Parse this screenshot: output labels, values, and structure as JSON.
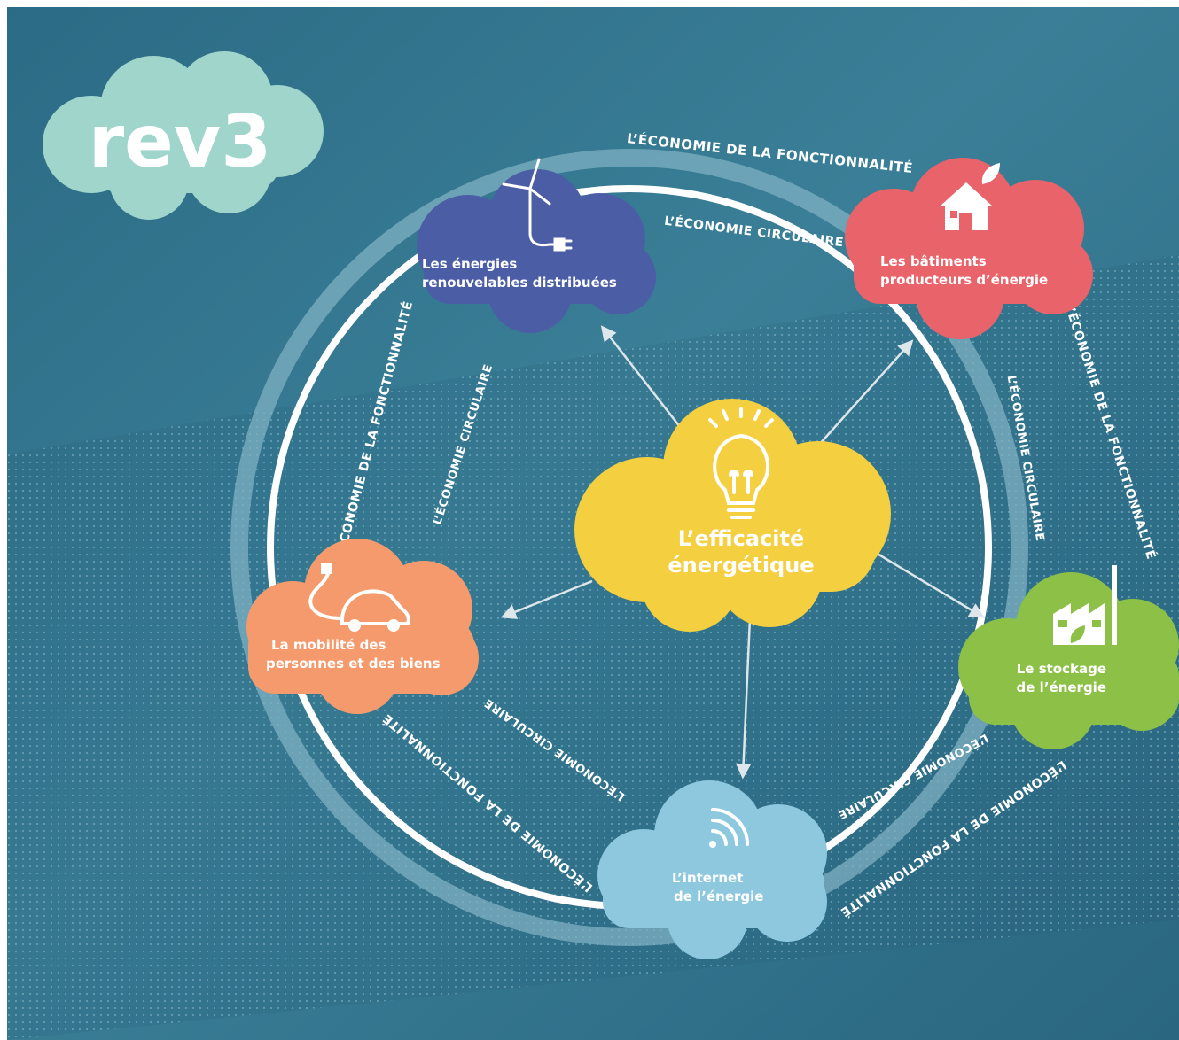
{
  "logo": {
    "text": "rev3"
  },
  "ring": {
    "outer_label": "L’ÉCONOMIE DE LA FONCTIONNALITÉ",
    "inner_label": "L’ÉCONOMIE CIRCULAIRE"
  },
  "center": {
    "line1": "L’efficacité",
    "line2": "énergétique",
    "icon": "lightbulb-icon",
    "color": "#f4cf3f"
  },
  "nodes": [
    {
      "id": "renouvelables",
      "line1": "Les énergies",
      "line2": "renouvelables distribuées",
      "icon": "wind-turbine-plug-icon",
      "color": "#4b5ea5"
    },
    {
      "id": "batiments",
      "line1": "Les bâtiments",
      "line2": "producteurs d’énergie",
      "icon": "house-leaf-icon",
      "color": "#e8646a"
    },
    {
      "id": "stockage",
      "line1": "Le stockage",
      "line2": "de l’énergie",
      "icon": "factory-leaf-icon",
      "color": "#8cc046"
    },
    {
      "id": "internet",
      "line1": "L’internet",
      "line2": "de l’énergie",
      "icon": "wireless-signal-icon",
      "color": "#8ec8de"
    },
    {
      "id": "mobilite",
      "line1": "La mobilité des",
      "line2": "personnes et des biens",
      "icon": "electric-car-icon",
      "color": "#f49a6c"
    }
  ]
}
